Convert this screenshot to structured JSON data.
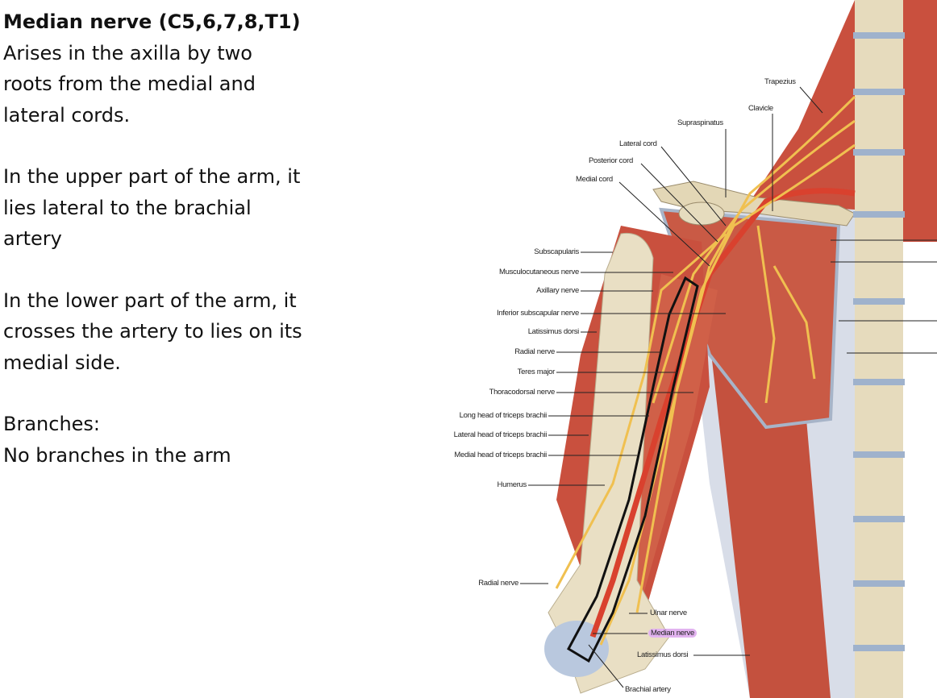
{
  "text": {
    "title": "Median nerve (C5,6,7,8,T1)",
    "origin_lines": [
      "Arises in the axilla by two",
      "roots from the medial and",
      "lateral cords."
    ],
    "upper_lines": [
      "In the upper part of the arm, it",
      "lies lateral to the brachial",
      "artery"
    ],
    "lower_lines": [
      "In the lower part of the arm, it",
      "crosses the artery to lies on its",
      "medial side."
    ],
    "branches_heading": "Branches:",
    "branches_text": "No branches in the arm"
  },
  "figure": {
    "labels": {
      "trapezius": "Trapezius",
      "clavicle": "Clavicle",
      "supraspinatus": "Supraspinatus",
      "lateral_cord": "Lateral cord",
      "posterior_cord": "Posterior cord",
      "medial_cord": "Medial cord",
      "subscapularis": "Subscapularis",
      "musculocutaneous": "Musculocutaneous nerve",
      "axillary": "Axillary nerve",
      "inferior_subscapular": "Inferior subscapular nerve",
      "latissimus_upper": "Latissimus dorsi",
      "radial_upper": "Radial nerve",
      "teres_major": "Teres major",
      "thoracodorsal": "Thoracodorsal nerve",
      "long_head": "Long head of triceps brachii",
      "lateral_head": "Lateral head of triceps brachii",
      "medial_head": "Medial head of triceps brachii",
      "humerus": "Humerus",
      "radial_lower": "Radial nerve",
      "ulnar": "Ulnar nerve",
      "median": "Median nerve",
      "latissimus_lower": "Latissimus dorsi",
      "brachial_artery": "Brachial artery"
    },
    "colors": {
      "muscle": "#c9503e",
      "bone": "#e9dfc4",
      "nerve": "#f0c050",
      "artery": "#d9412e",
      "highlight": "#e2b3f0"
    }
  }
}
